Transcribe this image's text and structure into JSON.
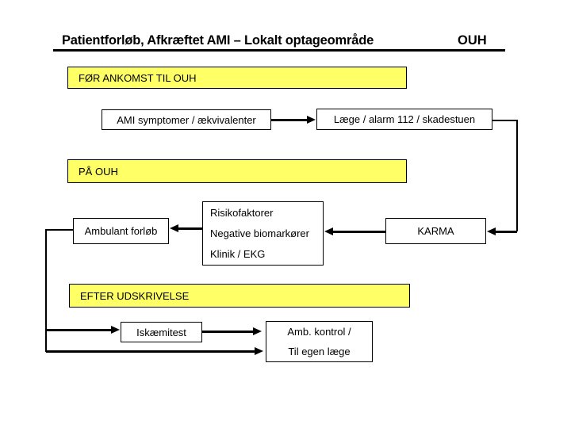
{
  "header": {
    "title": "Patientforløb, Afkræftet AMI – Lokalt optageområde",
    "org": "OUH"
  },
  "sections": [
    {
      "id": "before-arrival",
      "label": "FØR ANKOMST TIL OUH"
    },
    {
      "id": "at-ouh",
      "label": "PÅ OUH"
    },
    {
      "id": "after-discharge",
      "label": "EFTER UDSKRIVELSE"
    }
  ],
  "nodes": {
    "ami_symptoms": {
      "label": "AMI symptomer / ækvivalenter"
    },
    "laege_alarm": {
      "label": "Læge /  alarm 112 / skadestuen"
    },
    "ambulant": {
      "label": "Ambulant forløb"
    },
    "risk": {
      "lines": [
        "Risikofaktorer",
        "Negative biomarkører",
        "Klinik / EKG"
      ]
    },
    "karma": {
      "label": "KARMA"
    },
    "iskaemitest": {
      "label": "Iskæmitest"
    },
    "amb_kontrol": {
      "lines": [
        "Amb. kontrol /",
        "Til egen læge"
      ]
    }
  },
  "colors": {
    "section_bar": "#FFFF66",
    "connector": "#000000",
    "background": "#FFFFFF"
  }
}
